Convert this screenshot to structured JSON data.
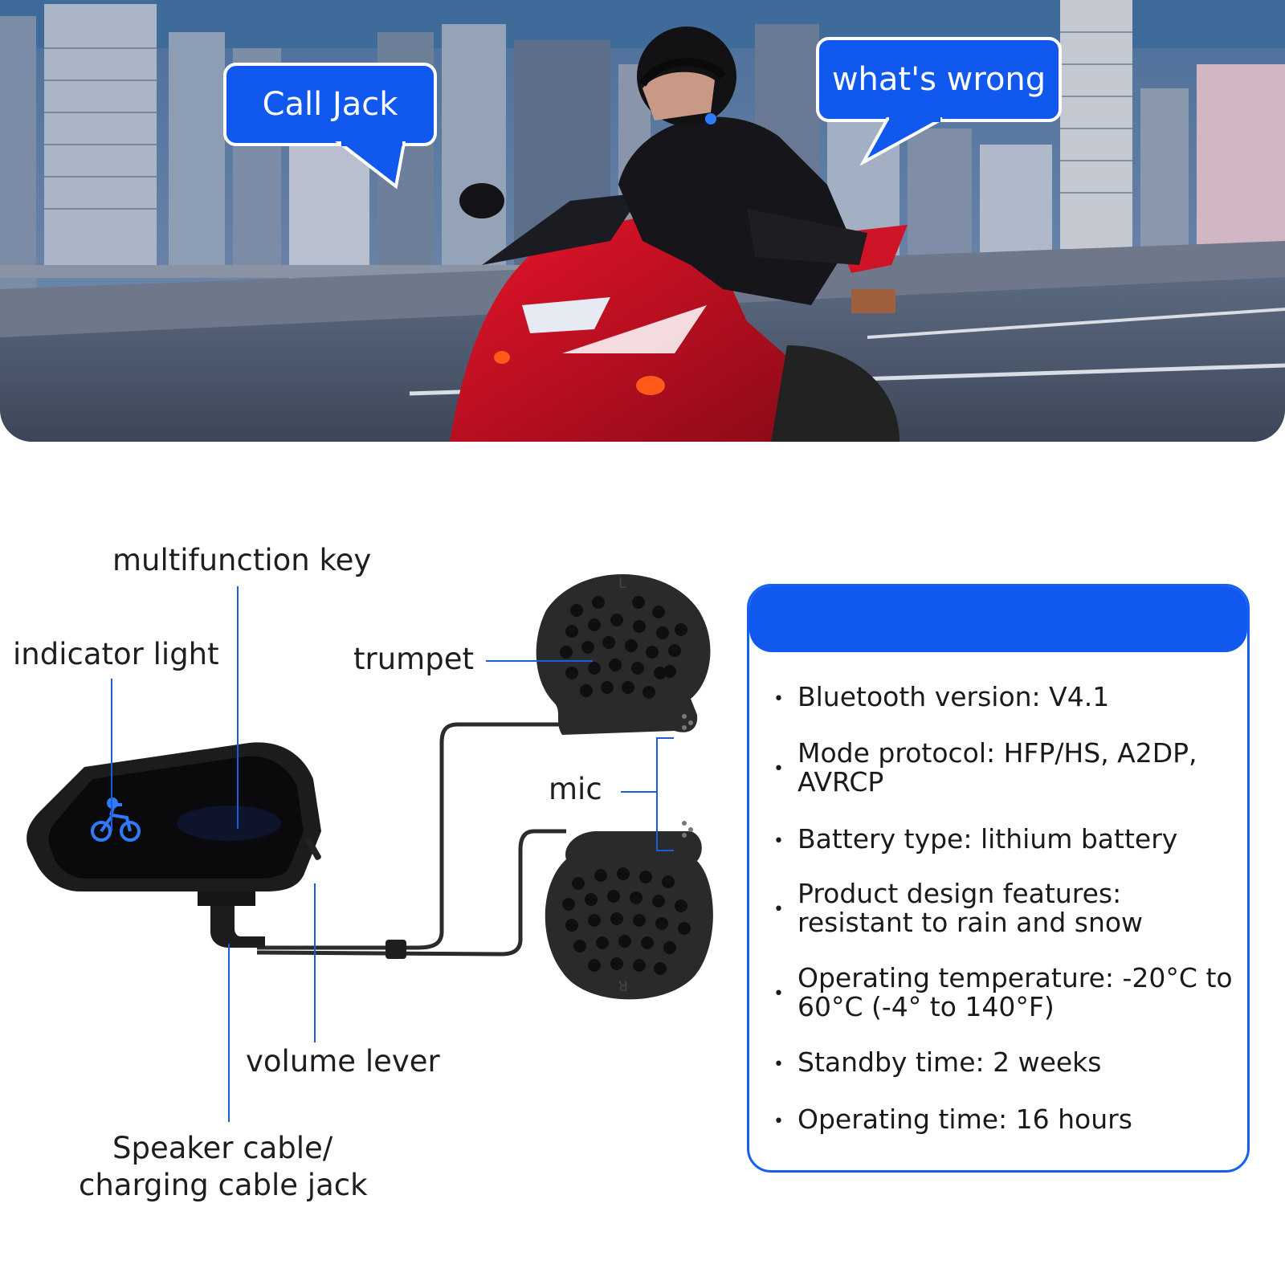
{
  "hero": {
    "bubble_left": "Call Jack",
    "bubble_right": "what's wrong"
  },
  "diagram": {
    "multifunction_key": "multifunction key",
    "indicator_light": "indicator light",
    "trumpet": "trumpet",
    "mic": "mic",
    "volume_lever": "volume lever",
    "speaker_cable_line1": "Speaker cable/",
    "speaker_cable_line2": "charging cable jack",
    "speaker_left_mark": "L",
    "speaker_right_mark": "R"
  },
  "specs": {
    "items": [
      "Bluetooth version: V4.1",
      "Mode protocol: HFP/HS, A2DP, AVRCP",
      "Battery type: lithium battery",
      "Product design features: resistant to rain and snow",
      "Operating temperature: -20°C to 60°C (-4° to 140°F)",
      "Standby time: 2 weeks",
      "Operating time: 16 hours"
    ]
  },
  "colors": {
    "accent_blue": "#1058ee",
    "device_body": "#1c1c1e",
    "indicator_glow": "#2f7bff"
  },
  "icons": [
    "motorcycle-indicator-icon",
    "bullet-dot-icon"
  ]
}
